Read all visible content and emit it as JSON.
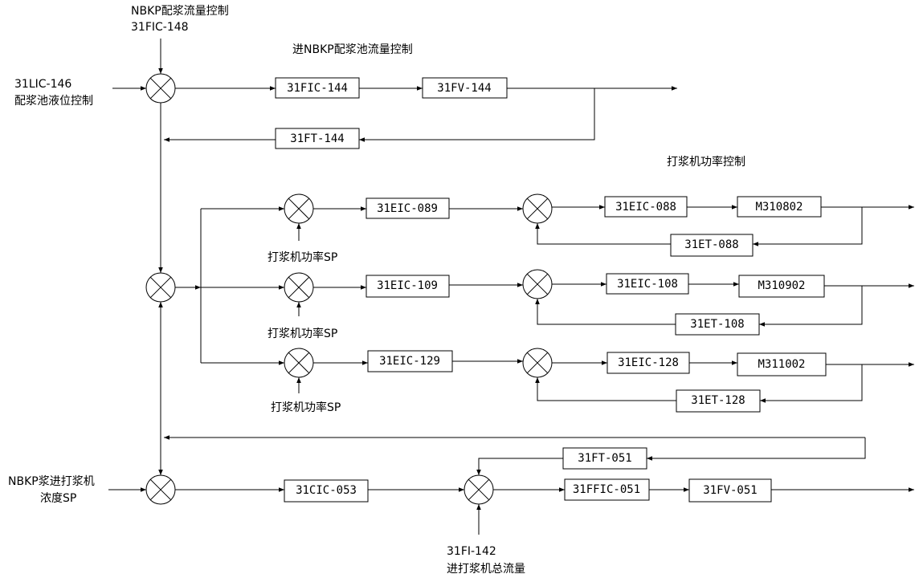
{
  "labels": {
    "nbkp_flow_ctrl_line1": "NBKP配浆流量控制",
    "nbkp_flow_ctrl_line2": "31FIC-148",
    "pool_flow_title": "进NBKP配浆池流量控制",
    "level_ctrl_line1": "31LIC-146",
    "level_ctrl_line2": "配浆池液位控制",
    "beater_power_title": "打浆机功率控制",
    "beater_sp_1": "打浆机功率SP",
    "beater_sp_2": "打浆机功率SP",
    "beater_sp_3": "打浆机功率SP",
    "consistency_line1": "NBKP浆进打浆机",
    "consistency_line2": "浓度SP",
    "total_flow_line1": "31FI-142",
    "total_flow_line2": "进打浆机总流量"
  },
  "boxes": {
    "fic144": "31FIC-144",
    "fv144": "31FV-144",
    "ft144": "31FT-144",
    "eic089": "31EIC-089",
    "eic088": "31EIC-088",
    "m310802": "M310802",
    "et088": "31ET-088",
    "eic109": "31EIC-109",
    "eic108": "31EIC-108",
    "m310902": "M310902",
    "et108": "31ET-108",
    "eic129": "31EIC-129",
    "eic128": "31EIC-128",
    "m311002": "M311002",
    "et128": "31ET-128",
    "ft051": "31FT-051",
    "cic053": "31CIC-053",
    "ffic051": "31FFIC-051",
    "fv051": "31FV-051"
  }
}
